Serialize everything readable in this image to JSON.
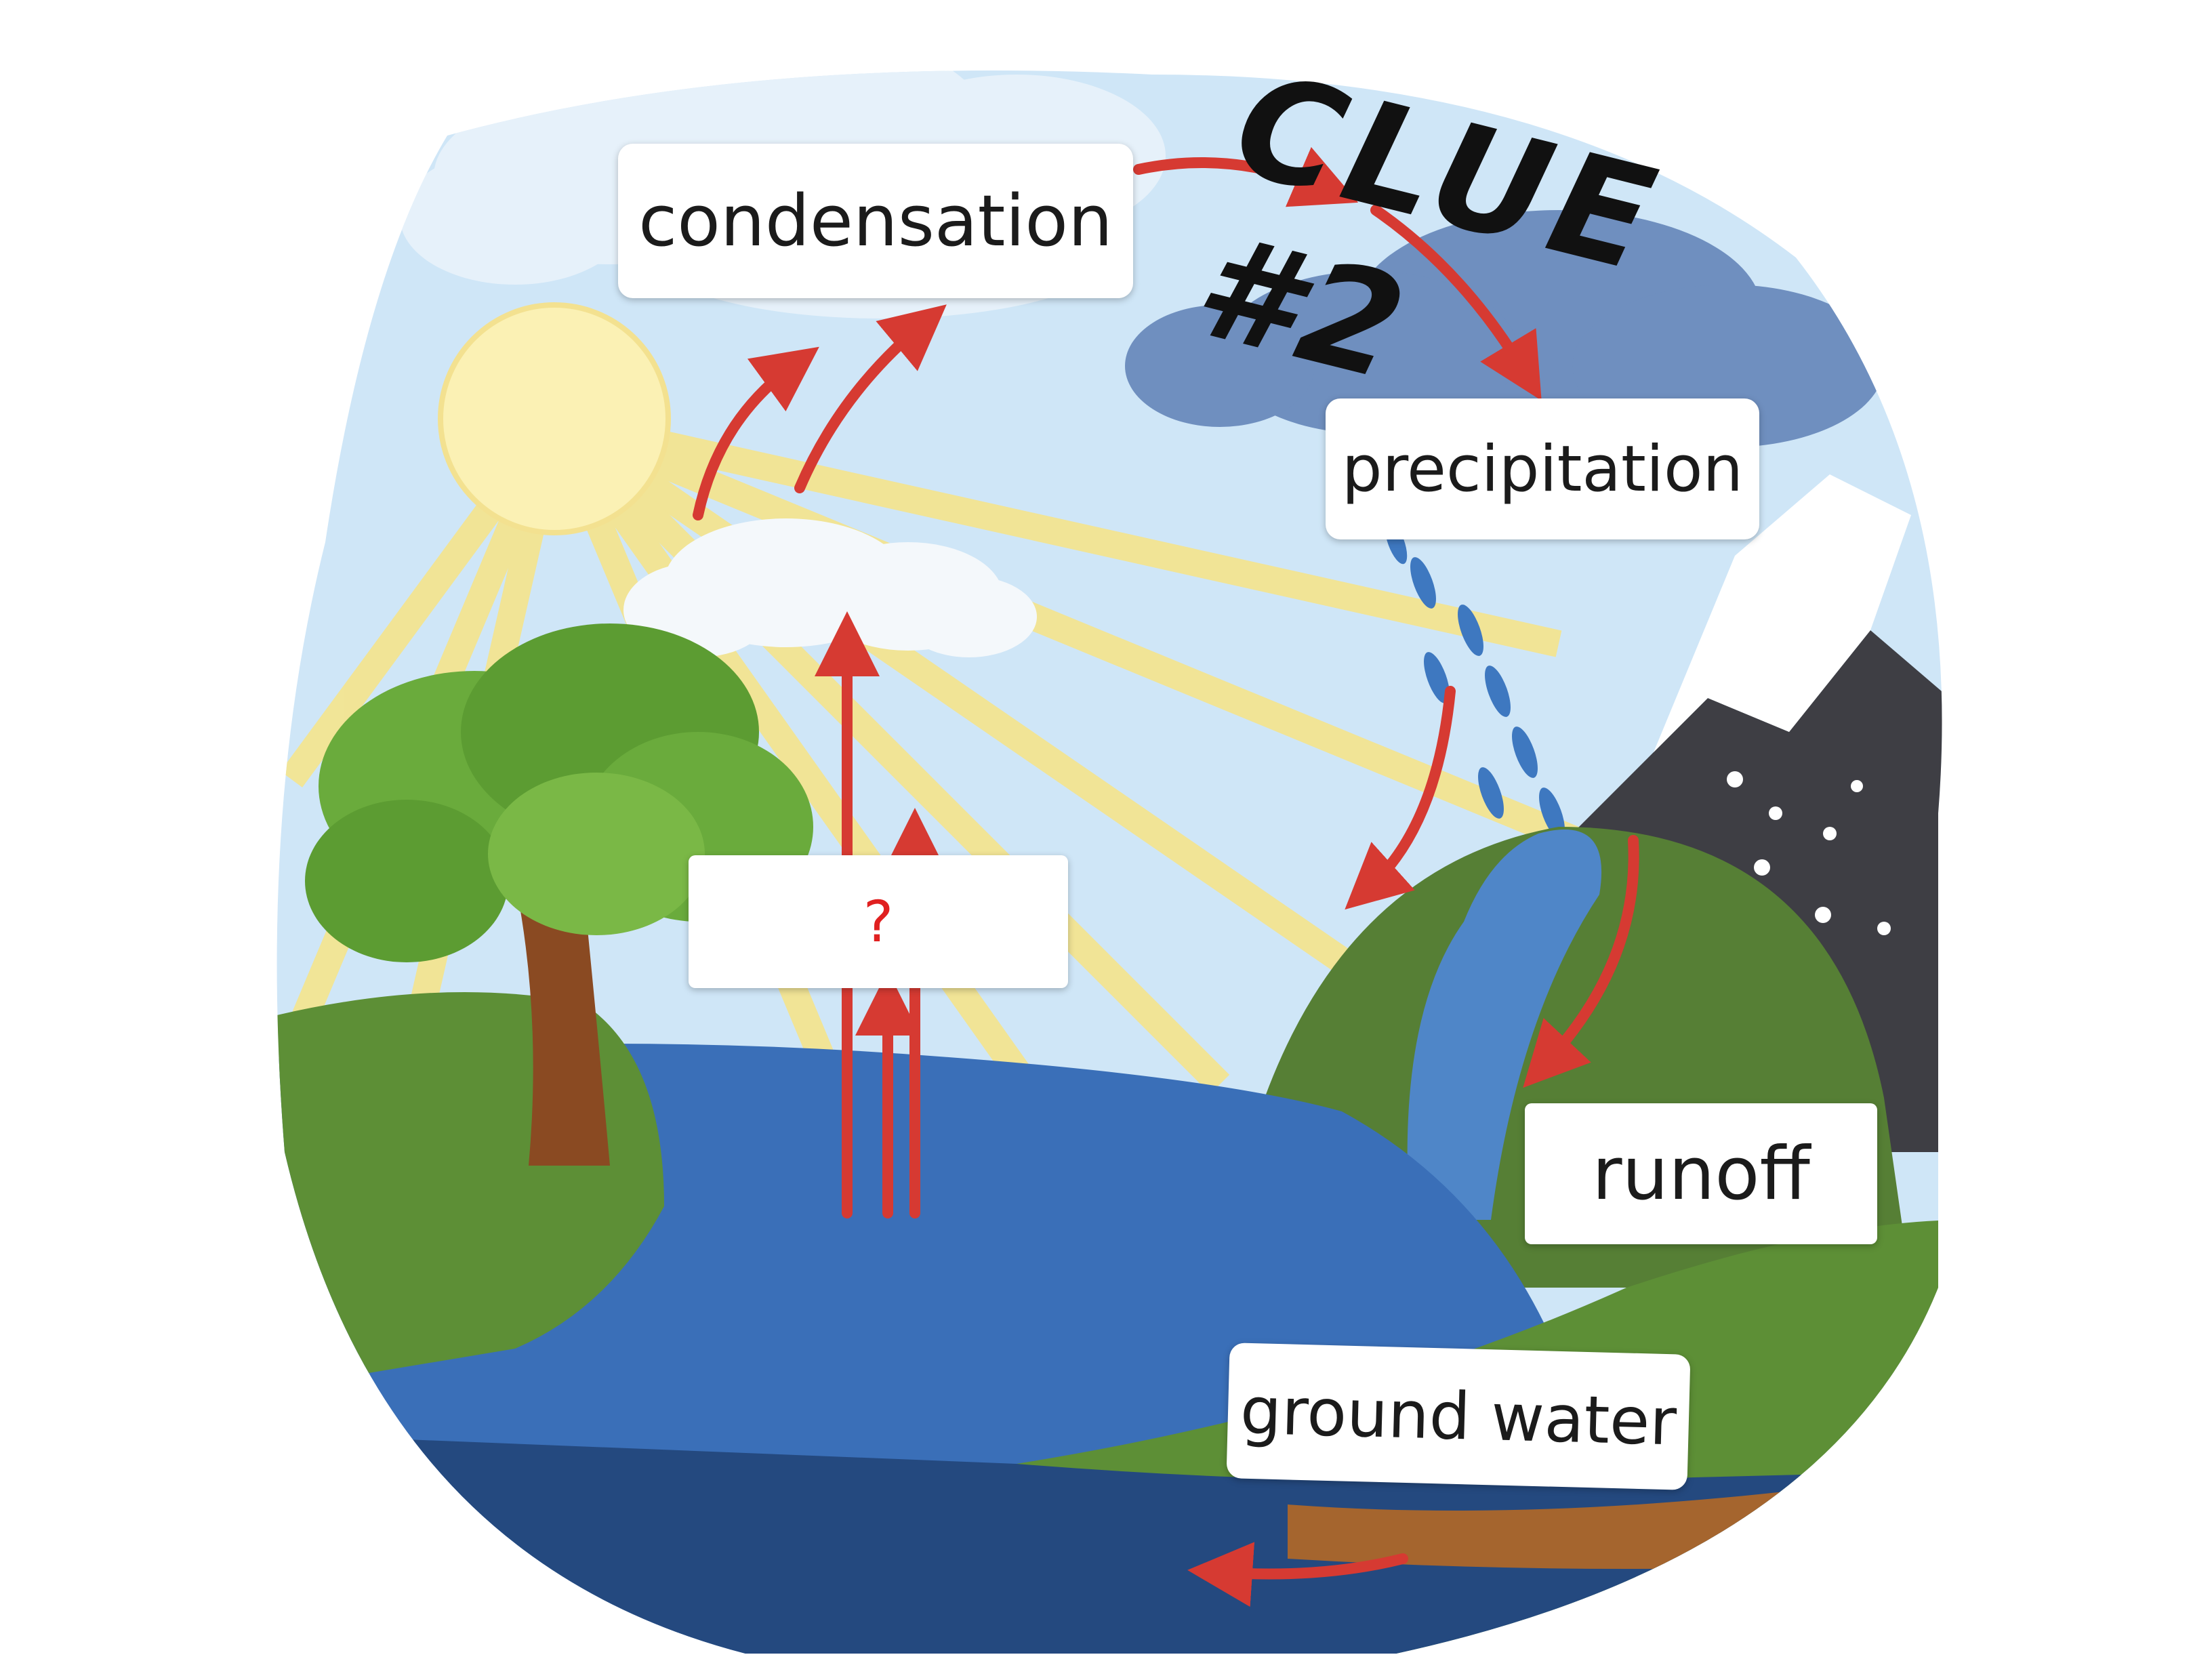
{
  "title": "CLUE #2",
  "labels": {
    "condensation": "condensation",
    "precipitation": "precipitation",
    "evaporation": "?",
    "runoff": "runoff",
    "ground_water": "ground water"
  },
  "colors": {
    "sky": "#cfe6f7",
    "sun": "#fbf1b4",
    "sun_rays": "#f7e486",
    "cloud_white": "#f2f7fb",
    "rain_cloud": "#6f8fbf",
    "rain_drops": "#3e78c0",
    "water": "#3a6fb8",
    "deep_water": "#24497f",
    "grass": "#5d8f36",
    "hill": "#567f35",
    "mountain": "#3e3e44",
    "snow": "#ffffff",
    "soil": "#a5652e",
    "trunk": "#8a4a22",
    "leaves": "#6aab3c",
    "arrows": "#d63a32",
    "question_mark": "#e02020"
  }
}
